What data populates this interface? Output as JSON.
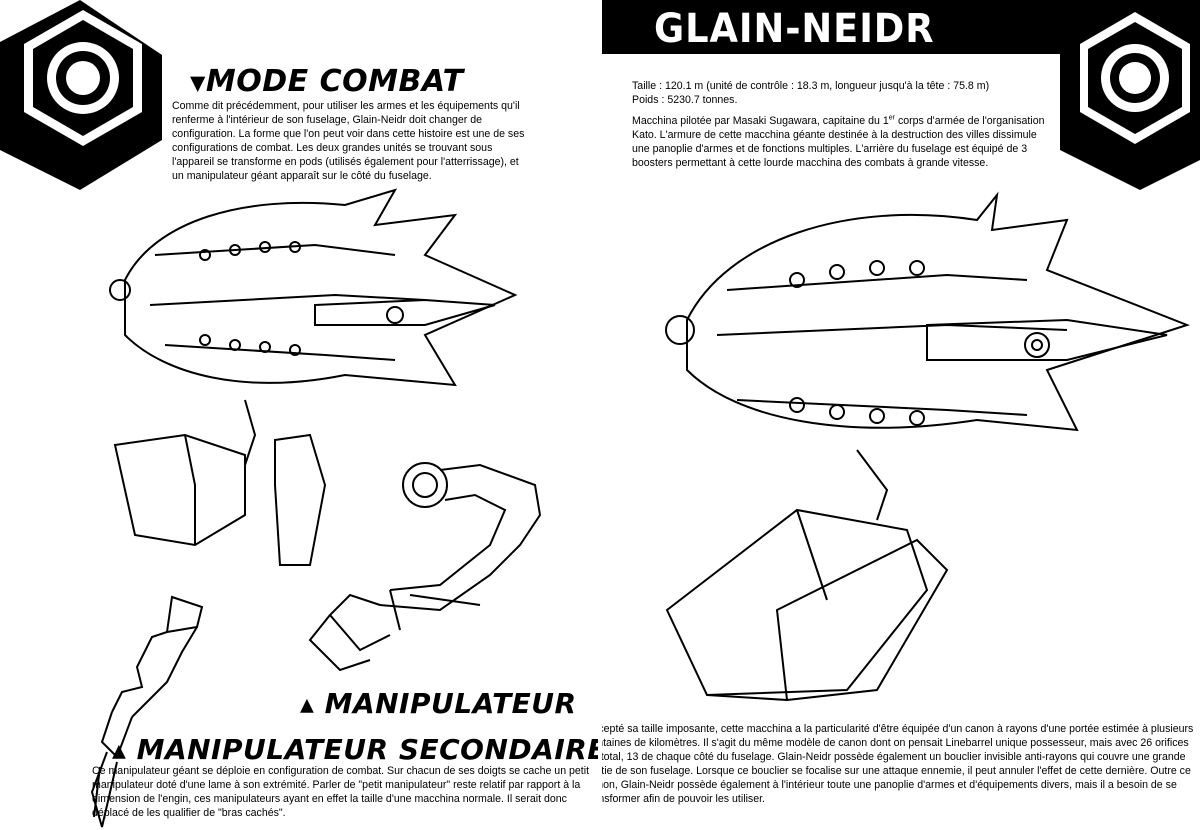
{
  "left_page": {
    "mode_combat": {
      "heading": "MODE COMBAT",
      "paragraph": "Comme dit précédemment, pour utiliser les armes et les équipements qu'il renferme à l'intérieur de son fuselage, Glain-Neidr doit changer de configuration. La forme que l'on peut voir dans cette histoire est une de ses configurations de combat. Les deux grandes unités se trouvant sous l'appareil se transforme en pods (utilisés également pour l'atterrissage), et un manipulateur géant apparaît sur le côté du fuselage."
    },
    "manipulateur": {
      "heading": "MANIPULATEUR"
    },
    "manipulateur_secondaire": {
      "heading": "MANIPULATEUR SECONDAIRE",
      "paragraph": "Ce manipulateur géant se déploie en configuration de combat. Sur chacun de ses doigts se cache un petit manipulateur doté d'une lame à son extrémité. Parler de \"petit manipulateur\" reste relatif par rapport à la dimension de l'engin, ces manipulateurs ayant en effet la taille d'une macchina normale. Il serait donc déplacé de les qualifier de \"bras cachés\"."
    }
  },
  "right_page": {
    "title": "GLAIN-NEIDR",
    "specs": {
      "taille": "Taille : 120.1 m (unité de contrôle : 18.3 m, longueur jusqu'à la tête : 75.8 m)",
      "poids": "Poids : 5230.7 tonnes."
    },
    "intro": {
      "before_sup": "Macchina pilotée par Masaki Sugawara, capitaine du 1",
      "sup": "er",
      "after_sup": " corps d'armée de l'organisation Kato. L'armure de cette macchina géante destinée à la destruction des villes dissimule une panoplie d'armes et de fonctions multiples. L'arrière du fuselage est équipé de 3 boosters permettant à cette lourde macchina des combats à grande vitesse."
    },
    "canon_paragraph": "Excepté sa taille imposante, cette macchina a la particularité d'être équipée d'un canon à rayons d'une portée estimée à plusieurs centaines de kilomètres. Il s'agit du même modèle de canon dont on pensait Linebarrel unique possesseur, mais avec 26 orifices au total, 13 de chaque côté du fuselage. Glain-Neidr possède également un bouclier invisible anti-rayons qui couvre une grande partie de son fuselage. Lorsque ce bouclier se focalise sur une attaque ennemie, il peut annuler l'effet de cette dernière. Outre ce canon, Glain-Neidr possède également à l'intérieur toute une panoplie d'armes et d'équipements divers, mais il a besoin de se transformer afin de pouvoir les utiliser."
  },
  "colors": {
    "ink": "#000000",
    "paper": "#ffffff"
  }
}
